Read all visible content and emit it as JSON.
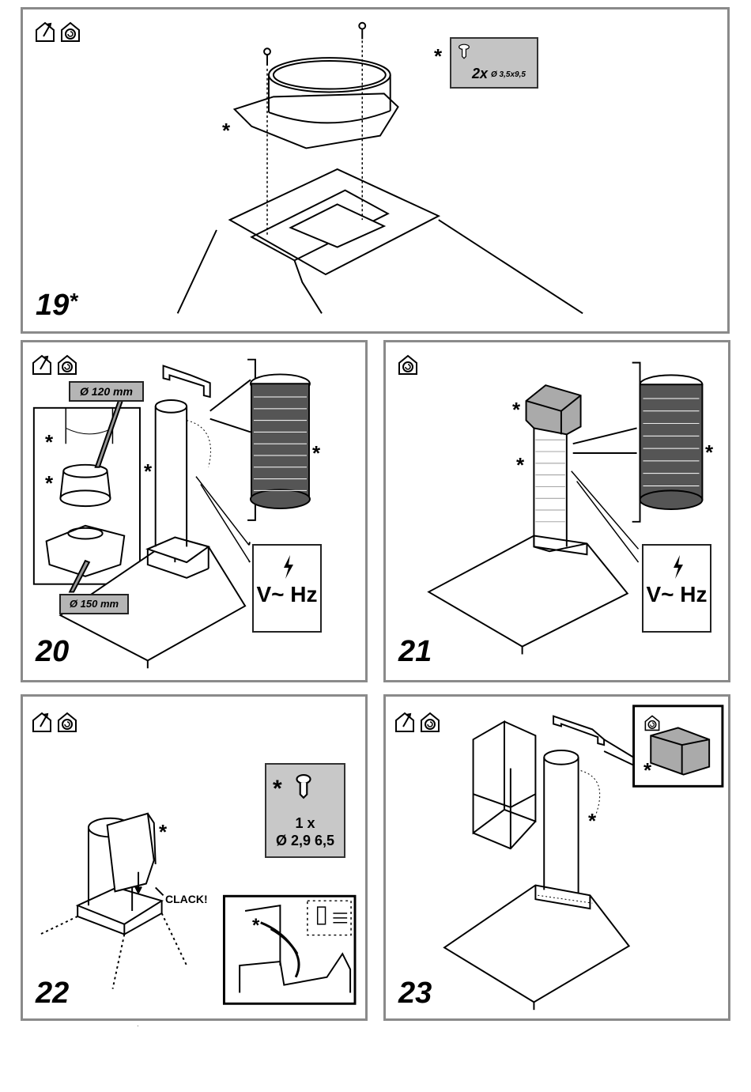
{
  "panels": {
    "p19": {
      "step": "19",
      "mark": "*",
      "screw_qty": "2x",
      "screw_size": "Ø 3,5x9,5",
      "stars": [
        "*",
        "*"
      ]
    },
    "p20": {
      "step": "20",
      "dia_small": "Ø 120 mm",
      "dia_large": "Ø 150 mm",
      "power": "V~ Hz",
      "stars": [
        "*",
        "*",
        "*",
        "*"
      ]
    },
    "p21": {
      "step": "21",
      "power": "V~ Hz",
      "stars": [
        "*",
        "*",
        "*"
      ]
    },
    "p22": {
      "step": "22",
      "clack": "CLACK!",
      "screw_qty": "1 x",
      "screw_size": "Ø 2,9 6,5",
      "stars": [
        "*",
        "*",
        "*"
      ]
    },
    "p23": {
      "step": "23",
      "stars": [
        "*",
        "*"
      ]
    }
  },
  "icons": [
    "ducted-exhaust-icon",
    "recirculation-icon"
  ],
  "footer_mark": "."
}
